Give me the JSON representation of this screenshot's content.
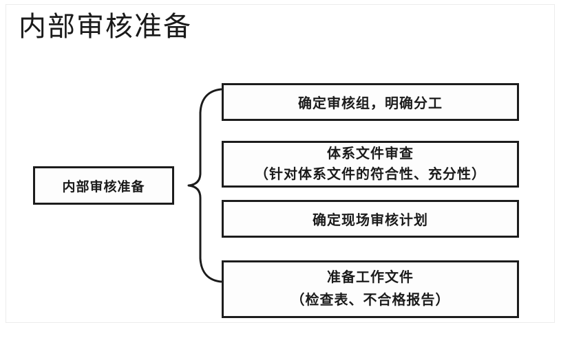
{
  "page": {
    "title": "内部审核准备"
  },
  "diagram": {
    "type": "bracket-breakdown",
    "root": {
      "label": "内部审核准备"
    },
    "connector": {
      "icon": "curly-brace-icon"
    },
    "leaves": [
      {
        "lines": [
          "确定审核组，明确分工"
        ]
      },
      {
        "lines": [
          "体系文件审查",
          "（针对体系文件的符合性、充分性）"
        ]
      },
      {
        "lines": [
          "确定现场审核计划"
        ]
      },
      {
        "lines": [
          "准备工作文件",
          "（检查表、不合格报告）"
        ]
      }
    ]
  },
  "colors": {
    "background": "#ffffff",
    "box_border": "#1c1c1c",
    "text": "#1b1b1b",
    "title_text": "#1a1a1a",
    "frame": "#ececec"
  }
}
